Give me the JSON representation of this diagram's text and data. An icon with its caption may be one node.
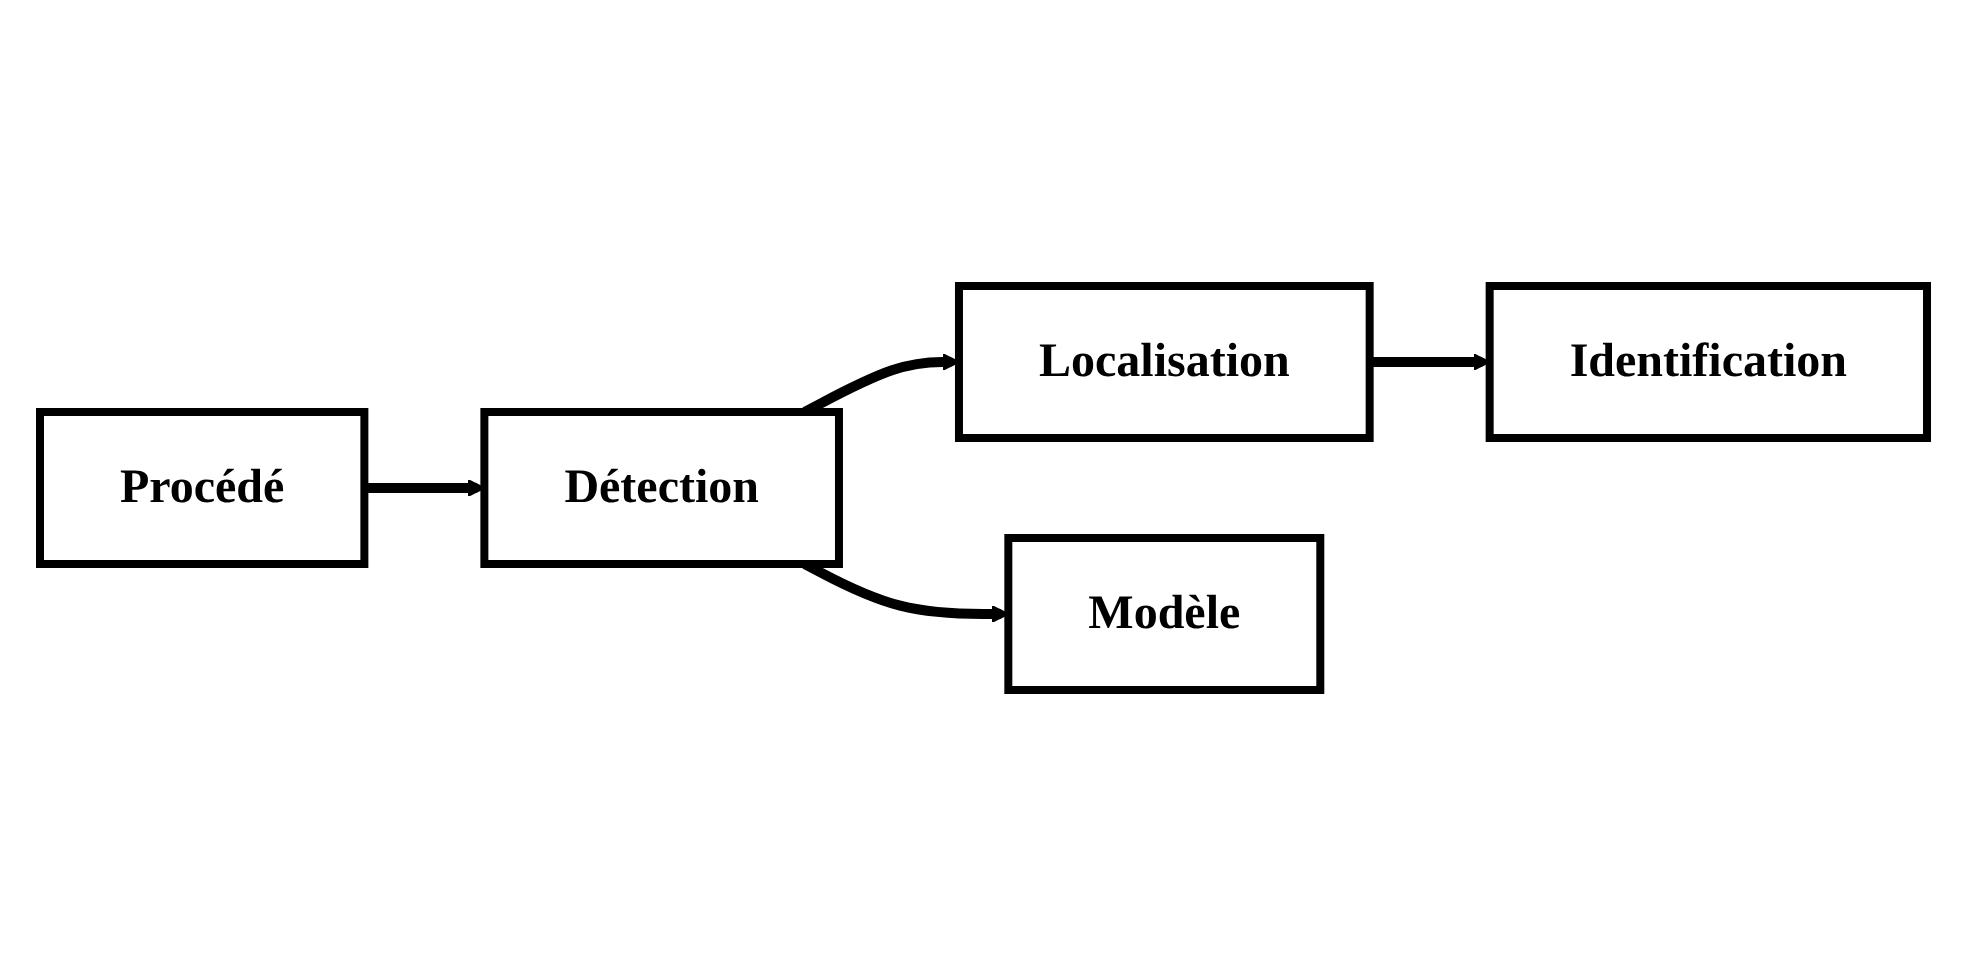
{
  "diagram": {
    "nodes": [
      {
        "text": [
          "Procédé"
        ]
      },
      {
        "text": [
          "Détection"
        ]
      },
      {
        "text": [
          "Localisation"
        ]
      },
      {
        "text": [
          "Identification"
        ]
      },
      {
        "text": [
          "Modèle"
        ]
      }
    ],
    "edges": [
      {
        "from": 0,
        "to": 1,
        "arrow": "to"
      },
      {
        "from": 1,
        "to": 2,
        "arrow": "to"
      },
      {
        "from": 2,
        "to": 3,
        "arrow": "to"
      },
      {
        "from": 1,
        "to": 4,
        "arrow": "to"
      }
    ]
  }
}
